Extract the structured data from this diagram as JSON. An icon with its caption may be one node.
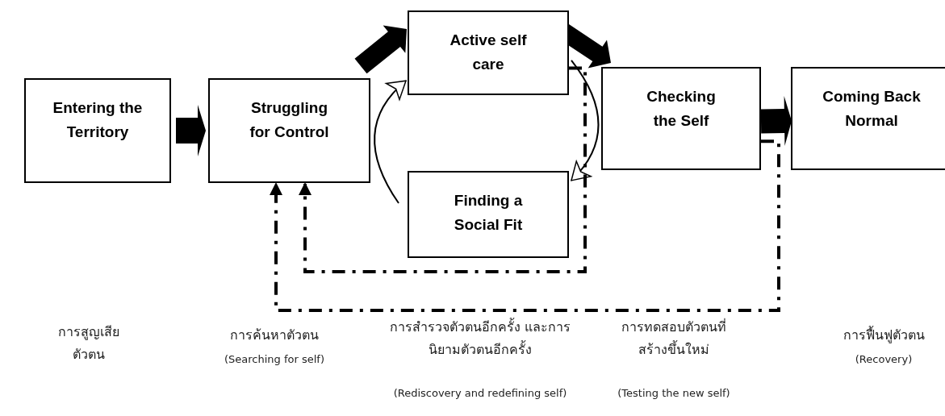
{
  "diagram": {
    "nodes": [
      {
        "text": [
          "Entering the Territory"
        ]
      },
      {
        "text": [
          "Struggling for Control"
        ]
      },
      {
        "text": [
          "Active self care"
        ]
      },
      {
        "text": [
          "Finding a Social Fit"
        ]
      },
      {
        "text": [
          "Checking the Self"
        ]
      },
      {
        "text": [
          "Coming Back Normal"
        ]
      }
    ],
    "edges": [
      {
        "from": 0,
        "to": 1,
        "arrow": "to",
        "style": "thick"
      },
      {
        "from": 1,
        "to": 2,
        "arrow": "to",
        "style": "thick"
      },
      {
        "from": 2,
        "to": 4,
        "arrow": "to",
        "style": "thick"
      },
      {
        "from": 4,
        "to": 5,
        "arrow": "to",
        "style": "thick"
      },
      {
        "from": 3,
        "to": 2,
        "arrow": "to"
      },
      {
        "from": 2,
        "to": 3,
        "arrow": "to"
      },
      {
        "from": 2,
        "to": 1,
        "arrow": "to",
        "style": "dashed"
      },
      {
        "from": 4,
        "to": 1,
        "arrow": "to",
        "style": "dashed"
      }
    ],
    "labels": [
      "การสูญเสียตัวตน",
      "การค้นหาตัวตน",
      "(Searching for self)",
      "การสำรวจตัวตนอีกครั้ง และการนิยามตัวตนอีกครั้ง",
      "(Rediscovery and redefining self)",
      "การทดสอบตัวตนที่สร้างขึ้นใหม่",
      "(Testing the new self)",
      "การฟื้นฟูตัวตน",
      "(Recovery)"
    ]
  }
}
